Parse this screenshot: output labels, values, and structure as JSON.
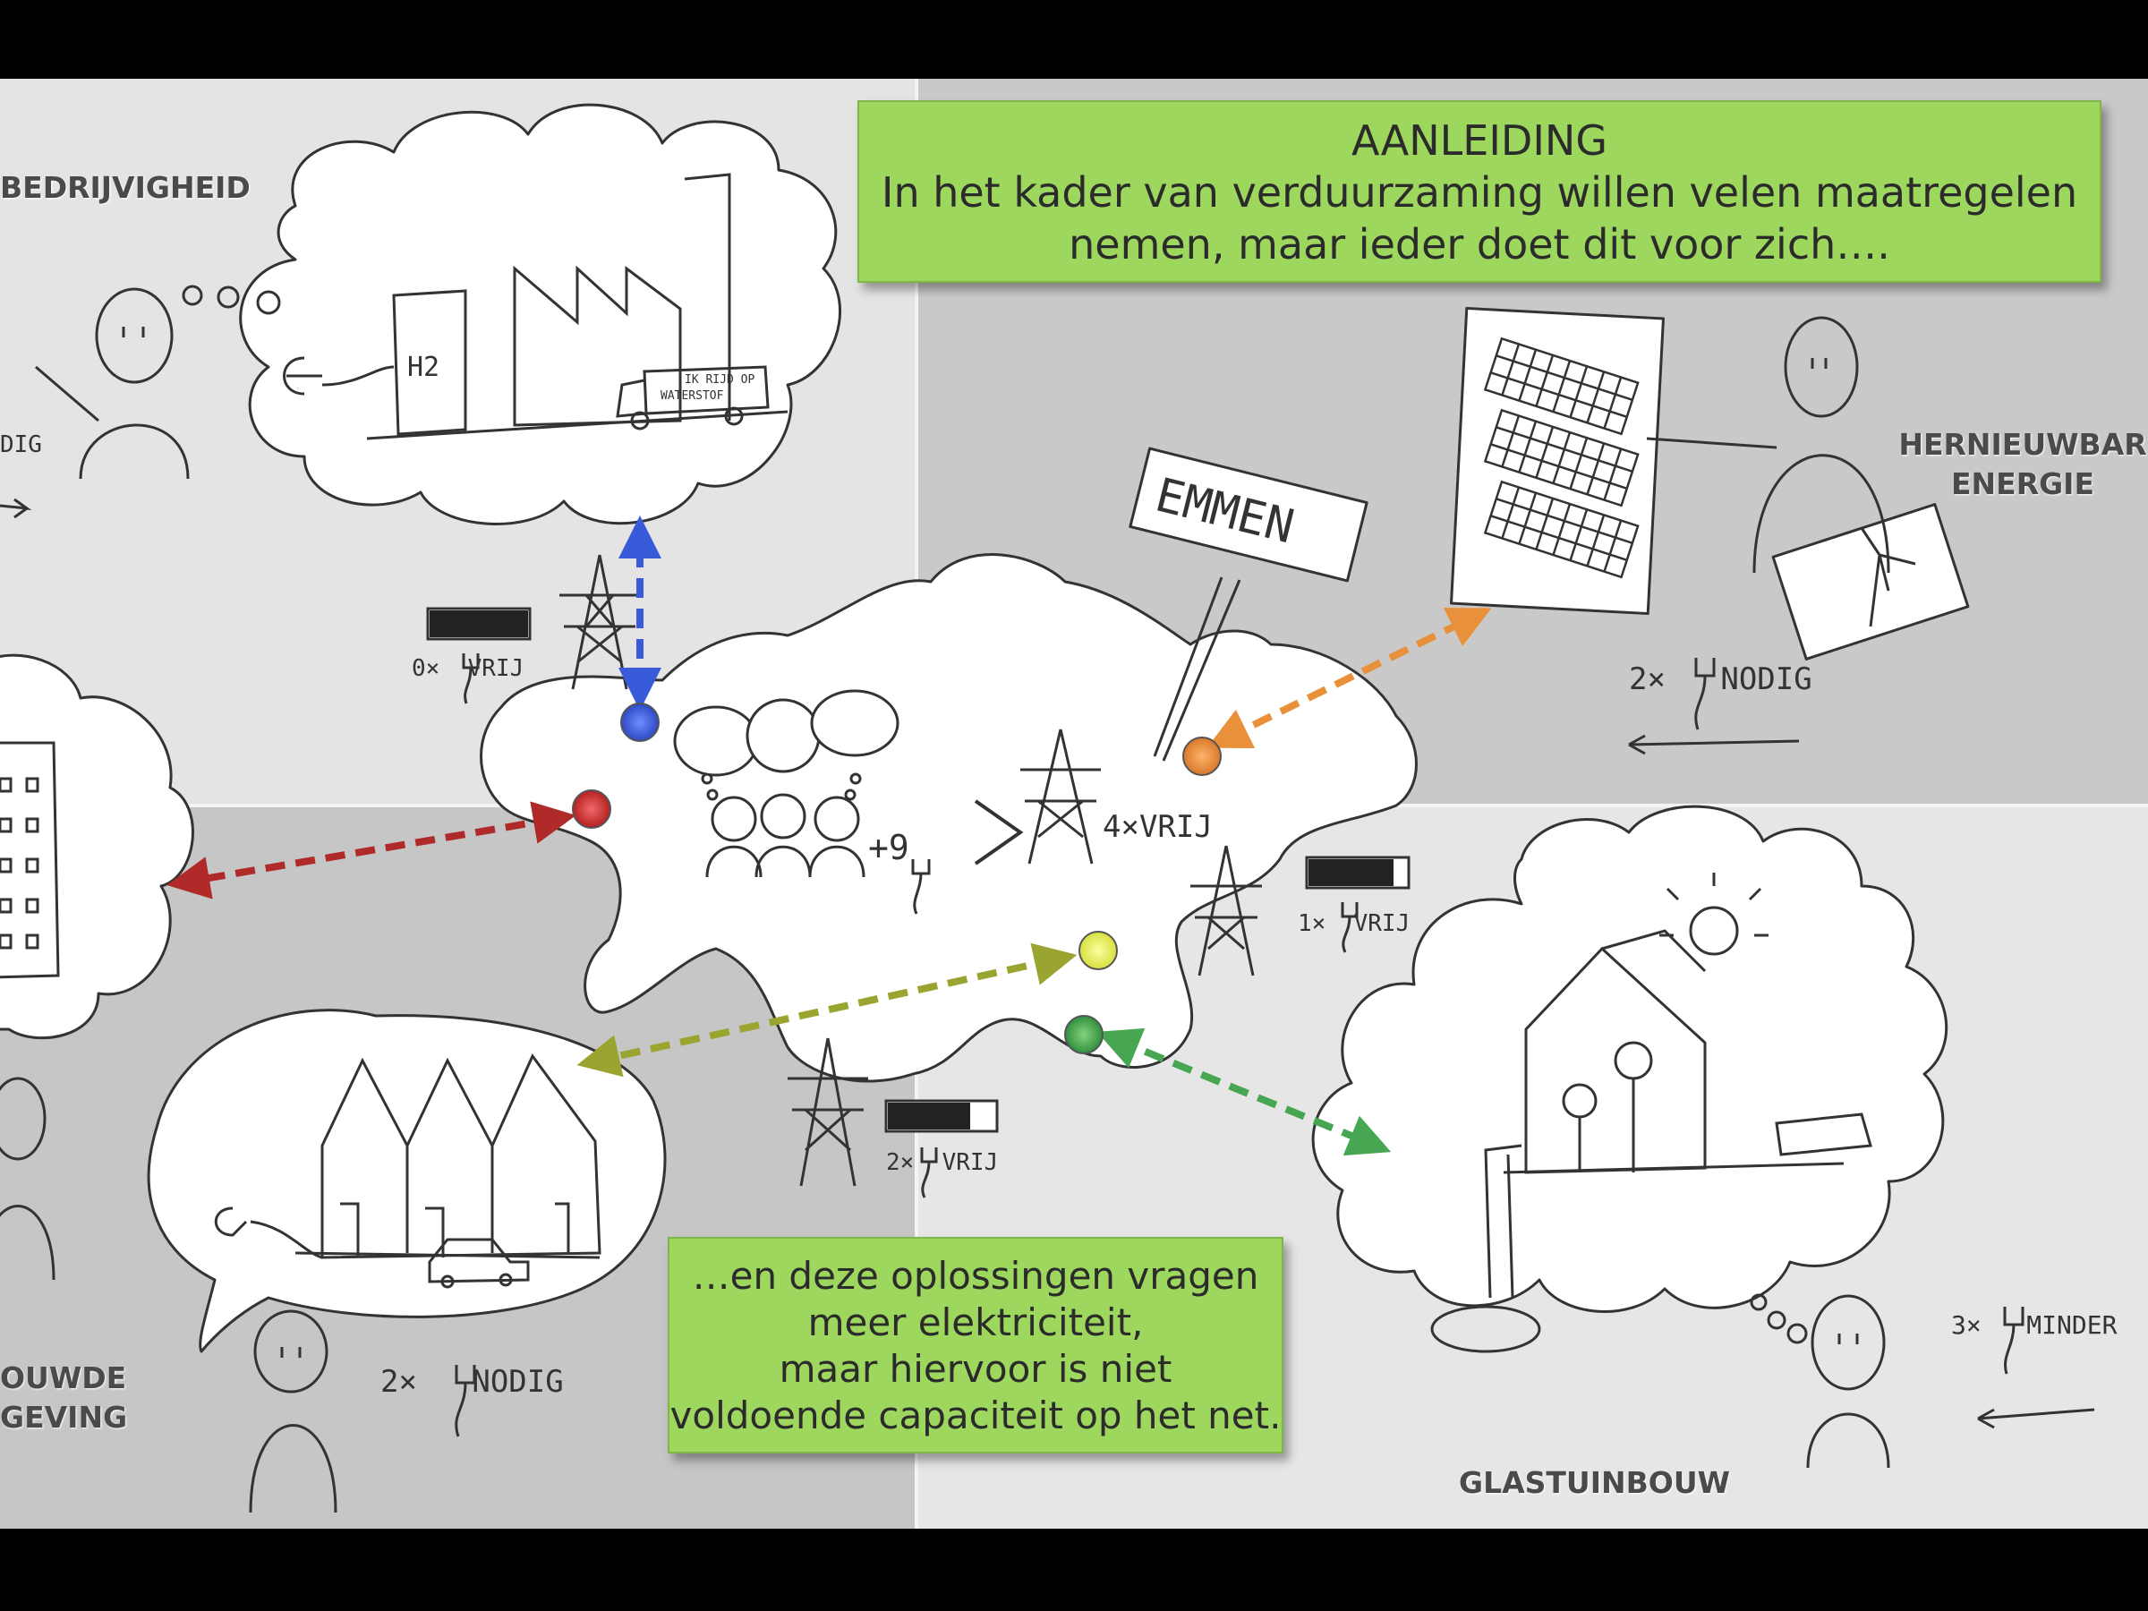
{
  "intro": {
    "heading": "AANLEIDING",
    "line1": "In het kader van verduurzaming willen velen maatregelen",
    "line2": "nemen, maar ieder doet dit voor zich…."
  },
  "closing": {
    "line1": "…en deze oplossingen vragen",
    "line2": "meer elektriciteit,",
    "line3": "maar hiervoor is niet",
    "line4": "voldoende capaciteit op het net."
  },
  "sectors": {
    "industry": "BEDRIJVIGHEID",
    "renewable_line1": "HERNIEUWBAR",
    "renewable_line2": "ENERGIE",
    "built_line1": "OUWDE",
    "built_line2": "GEVING",
    "greenhouse": "GLASTUINBOUW"
  },
  "sign": {
    "city": "EMMEN"
  },
  "truck": {
    "line1": "IK RIJD OP",
    "line2": "WATERSTOF"
  },
  "factory": {
    "h2": "H2"
  },
  "center": {
    "plus": "+9",
    "free": "4×VRIJ"
  },
  "grid_labels": {
    "top_left": "0×  VRIJ",
    "right": "1×  VRIJ",
    "bottom": "2×  VRIJ"
  },
  "needs": {
    "industry": "DIG",
    "renewable": "2×   NODIG",
    "built": "2×   NODIG",
    "greenhouse": "3×   MINDER"
  },
  "colors": {
    "blue": "#3a5bd9",
    "red": "#c62f2f",
    "orange": "#e8913a",
    "yellow": "#e4ec5a",
    "olive": "#9aa531",
    "green": "#46a651",
    "box_green": "#9dd75e"
  }
}
